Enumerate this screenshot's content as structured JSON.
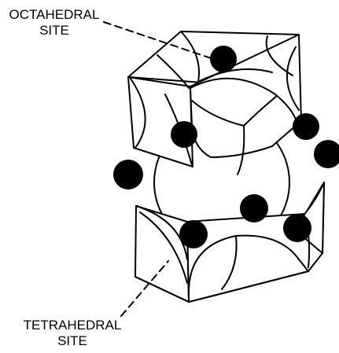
{
  "labels": {
    "octahedral": {
      "line1": "OCTAHEDRAL",
      "line2": "SITE"
    },
    "tetrahedral": {
      "line1": "TETRAHEDRAL",
      "line2": "SITE"
    }
  },
  "colors": {
    "stroke": "#000000",
    "fill": "#ffffff",
    "site": "#000000"
  }
}
